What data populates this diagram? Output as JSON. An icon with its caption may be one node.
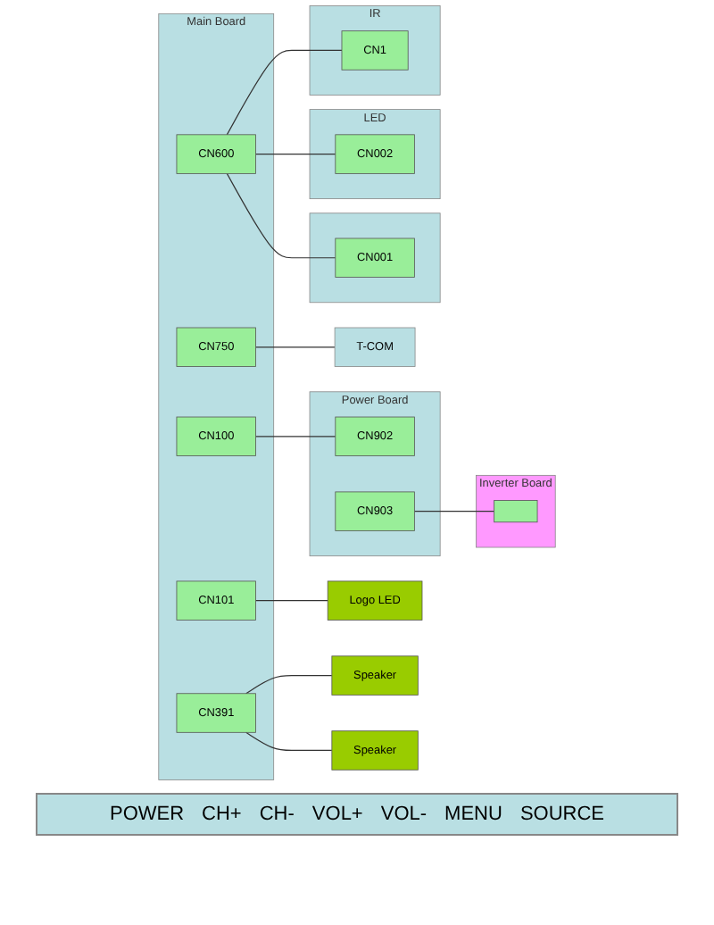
{
  "diagram": {
    "nodes": [
      {
        "text": [
          "Main Board"
        ]
      },
      {
        "text": [
          "CN600"
        ],
        "in": 0
      },
      {
        "text": [
          "CN750"
        ],
        "in": 0
      },
      {
        "text": [
          "CN100"
        ],
        "in": 0
      },
      {
        "text": [
          "CN101"
        ],
        "in": 0
      },
      {
        "text": [
          "CN391"
        ],
        "in": 0
      },
      {
        "text": [
          "Speaker"
        ]
      },
      {
        "text": [
          "IR"
        ]
      },
      {
        "text": [
          "CN1"
        ],
        "in": 7
      },
      {
        "text": [
          "Logo LED"
        ]
      },
      {
        "text": [
          "T-COM"
        ]
      },
      {
        "text": [
          "Power Board"
        ]
      },
      {
        "text": [
          "CN902"
        ],
        "in": 11
      },
      {
        "text": [
          "CN903"
        ],
        "in": 11
      },
      {
        "text": [
          "LED"
        ]
      },
      {
        "text": [
          "CN002"
        ],
        "in": 14
      },
      {
        "text": [
          "Inverter Board"
        ]
      },
      {
        "text": [],
        "shape": "box",
        "in": 16
      },
      {
        "text": [
          "Speaker"
        ]
      },
      {
        "text": [],
        "shape": "box"
      },
      {
        "text": [
          "CN001"
        ],
        "in": 19
      }
    ],
    "edges": [
      {
        "from": 2,
        "to": 10,
        "arrow": "none"
      },
      {
        "from": 1,
        "to": 8,
        "arrow": "none"
      },
      {
        "from": 1,
        "to": 15,
        "arrow": "none"
      },
      {
        "from": 1,
        "to": 20,
        "arrow": "none"
      },
      {
        "from": 3,
        "to": 12,
        "arrow": "none"
      },
      {
        "from": 4,
        "to": 9,
        "arrow": "none"
      },
      {
        "from": 5,
        "to": 6,
        "arrow": "none"
      },
      {
        "from": 5,
        "to": 18,
        "arrow": "none"
      },
      {
        "from": 13,
        "to": 17,
        "arrow": "none"
      }
    ],
    "labels": [
      "POWER",
      "CH+",
      "CH-",
      "VOL+",
      "VOL-",
      "MENU",
      "SOURCE"
    ]
  }
}
